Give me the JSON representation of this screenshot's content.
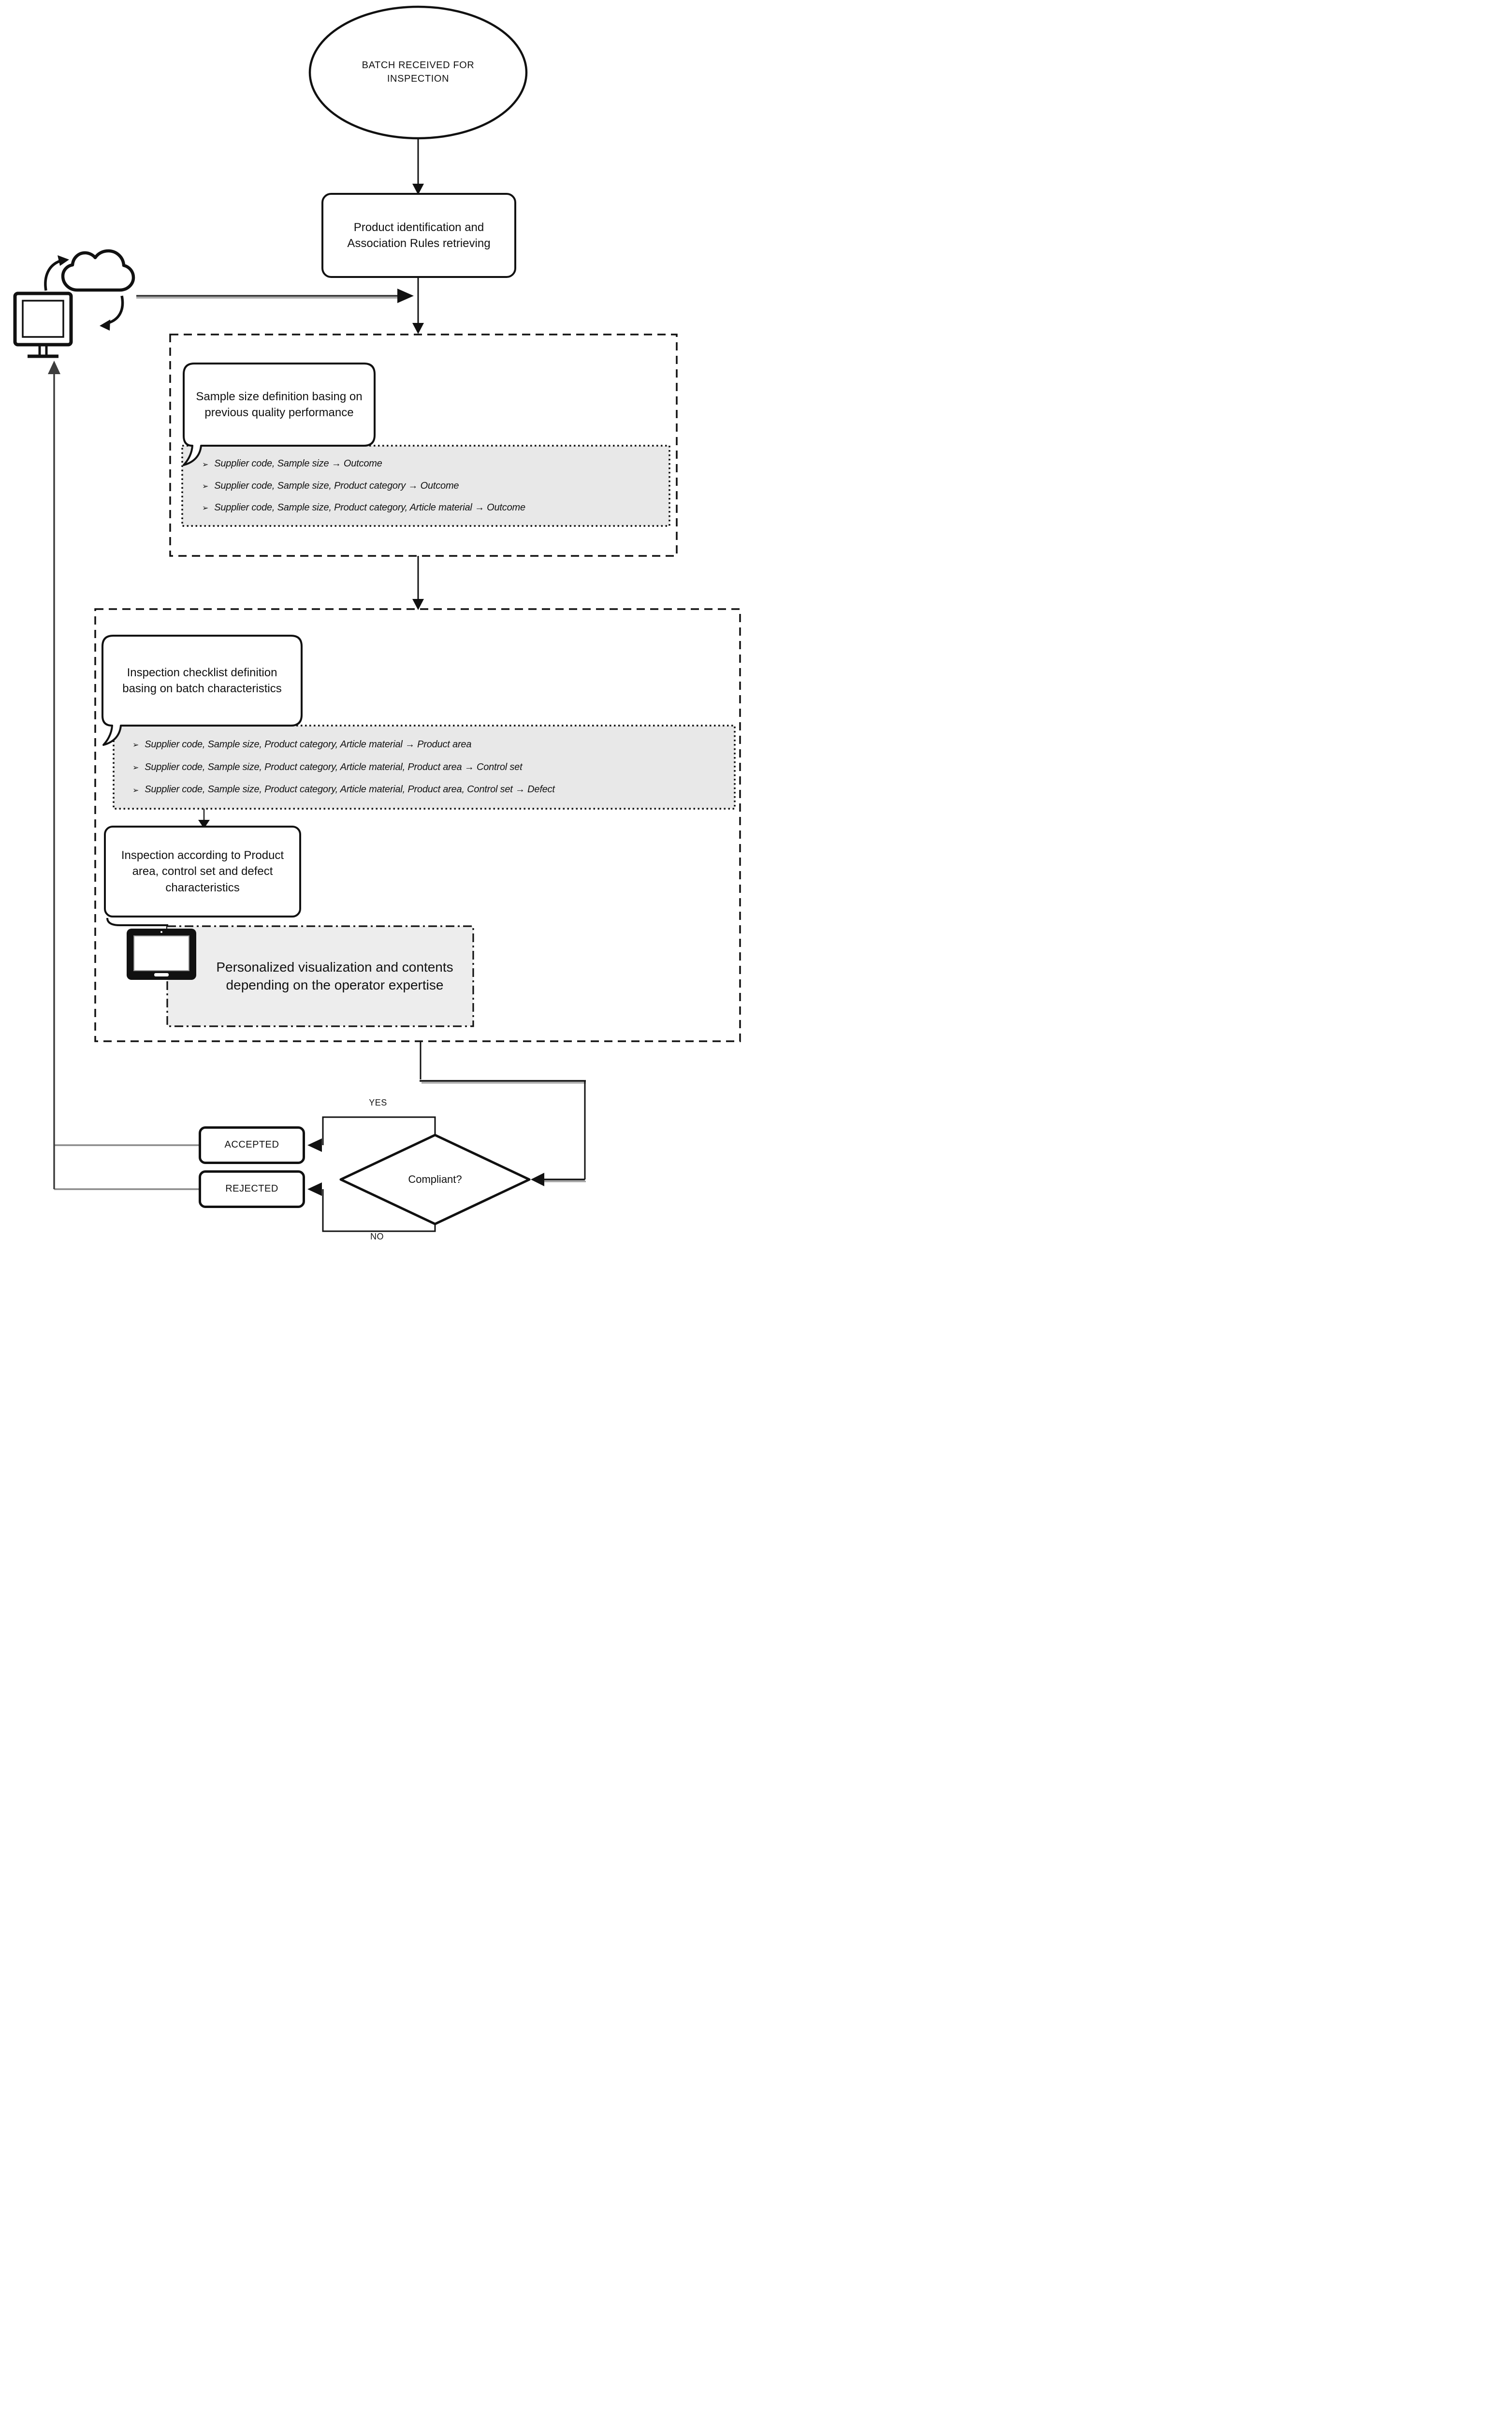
{
  "diagram": {
    "title_semantic": "batch-inspection-flowchart",
    "nodes": {
      "start": "BATCH RECEIVED FOR INSPECTION",
      "product_identification": "Product identification and Association Rules retrieving",
      "sample_size_callout": "Sample size definition basing on previous quality performance",
      "checklist_callout": "Inspection checklist definition basing on batch characteristics",
      "inspection": "Inspection according to Product area, control set and defect characteristics",
      "personalization": "Personalized visualization and contents depending on the operator expertise",
      "decision": "Compliant?",
      "accepted": "ACCEPTED",
      "rejected": "REJECTED"
    },
    "edge_labels": {
      "yes": "YES",
      "no": "NO"
    },
    "association_rules": {
      "bullet": "➢",
      "sample_size": [
        "Supplier code, Sample size → Outcome",
        "Supplier code, Sample size, Product category → Outcome",
        "Supplier code, Sample size, Product category, Article material → Outcome"
      ],
      "checklist": [
        "Supplier code, Sample size, Product category, Article material → Product area",
        "Supplier code, Sample size, Product category, Article material, Product area → Control set",
        "Supplier code, Sample size, Product category, Article material, Product area, Control set → Defect"
      ]
    },
    "icons": {
      "cloud_sync": "cloud-sync-icon",
      "monitor": "monitor-icon",
      "tablet": "tablet-icon"
    },
    "colors": {
      "ink": "#111111",
      "note_fill": "#e8e8e8",
      "personalization_fill": "#ededed",
      "feedback_line_gray": "#8a8a8a",
      "feedback_line_dark": "#3d3d3d"
    }
  }
}
